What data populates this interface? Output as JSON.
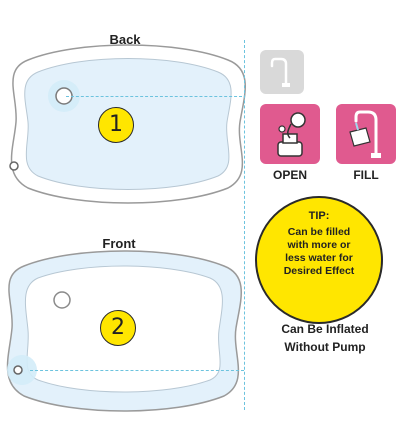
{
  "back_mat": {
    "label": "Back",
    "number": "1"
  },
  "front_mat": {
    "label": "Front",
    "number": "2"
  },
  "steps": [
    {
      "caption": "OPEN",
      "icon": "cap-open-icon"
    },
    {
      "caption": "FILL",
      "icon": "faucet-fill-icon"
    }
  ],
  "tip": {
    "title": "TIP:",
    "lines": [
      "Can be filled",
      "with more or",
      "less water for",
      "Desired Effect"
    ]
  },
  "inflate_note": {
    "line1": "Can Be Inflated",
    "line2": "Without Pump"
  },
  "colors": {
    "accent_pink": "#e05a8f",
    "tip_yellow": "#ffe600",
    "mat_blue": "#e3f1fb",
    "guide_line": "#6cc3de"
  }
}
